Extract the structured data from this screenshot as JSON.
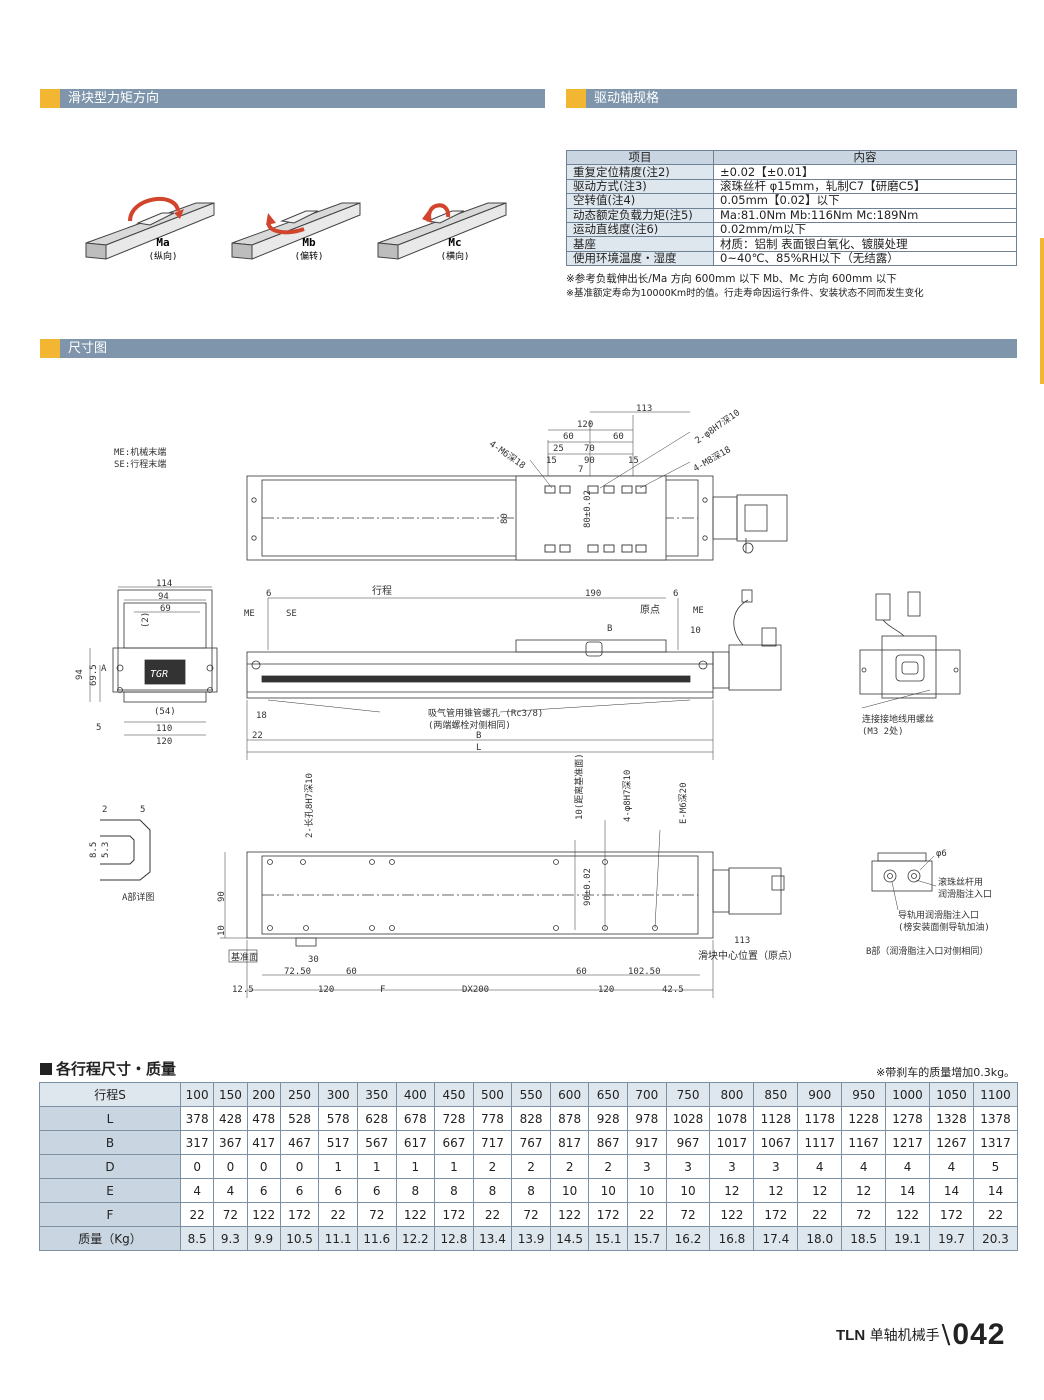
{
  "sections": {
    "moment": "滑块型力矩方向",
    "drive": "驱动轴规格",
    "dimension": "尺寸图",
    "stroke_table": "各行程尺寸・质量"
  },
  "moments": [
    {
      "name": "Ma",
      "desc": "(纵向)"
    },
    {
      "name": "Mb",
      "desc": "(偏转)"
    },
    {
      "name": "Mc",
      "desc": "(横向)"
    }
  ],
  "spec": {
    "header": [
      "项目",
      "内容"
    ],
    "rows": [
      [
        "重复定位精度(注2)",
        "±0.02【±0.01】"
      ],
      [
        "驱动方式(注3)",
        "滚珠丝杆 φ15mm，轧制C7【研磨C5】"
      ],
      [
        "空转值(注4)",
        "0.05mm【0.02】以下"
      ],
      [
        "动态额定负载力矩(注5)",
        "Ma:81.0Nm   Mb:116Nm   Mc:189Nm"
      ],
      [
        "运动直线度(注6)",
        "0.02mm/m以下"
      ],
      [
        "基座",
        "材质：铝制  表面银白氧化、镀膜处理"
      ],
      [
        "使用环境温度・湿度",
        "0~40℃、85%RH以下（无结露）"
      ]
    ],
    "notes": [
      "※参考负载伸出长/Ma 方向 600mm 以下    Mb、Mc 方向 600mm 以下",
      "※基准额定寿命为10000Km时的值。行走寿命因运行条件、安装状态不同而发生变化"
    ]
  },
  "drawing": {
    "legend_me": "ME:机械末端",
    "legend_se": "SE:行程末端",
    "dims_top": [
      "113",
      "120",
      "60",
      "60",
      "25",
      "70",
      "15",
      "90",
      "15",
      "7",
      "80",
      "80±0.02"
    ],
    "callouts_top": [
      "4-M6深18",
      "2-φ8H7深10",
      "4-M8深18"
    ],
    "side": [
      "114",
      "94",
      "69",
      "(2)",
      "94",
      "69.5",
      "A",
      "(54)",
      "110",
      "120",
      "5"
    ],
    "front": [
      "行程",
      "190",
      "6",
      "6",
      "ME",
      "SE",
      "原点",
      "ME",
      "B",
      "10",
      "22",
      "B",
      "L",
      "18"
    ],
    "pipe": "吸气管用锥管螺孔 (Rc3/8)",
    "pipe2": "(两端螺栓对侧相同)",
    "ground": "连接接地线用螺丝",
    "ground2": "(M3 2处)",
    "adetail": [
      "2",
      "5",
      "8.5",
      "5.3",
      "A部详图"
    ],
    "bottom": [
      "2-长孔8H7深10",
      "10(距离基准面)",
      "4-φ8H7深10",
      "E-M6深20",
      "90",
      "90±0.02",
      "10",
      "30",
      "72.50",
      "60",
      "60",
      "102.50",
      "113",
      "12.5",
      "120",
      "F",
      "DX200",
      "120",
      "42.5"
    ],
    "baseline": "基准面",
    "slider_center": "滑块中心位置（原点）",
    "bdetail": [
      "φ6",
      "滚珠丝杆用",
      "润滑脂注入口",
      "导轨用润滑脂注入口",
      "(榜安装面侧导轨加油)",
      "B部（润滑脂注入口对侧相同）"
    ]
  },
  "mass_note": "※带刹车的质量增加0.3kg。",
  "dims_table": {
    "headers": [
      "行程S",
      "L",
      "B",
      "D",
      "E",
      "F",
      "质量（Kg）"
    ],
    "stroke": [
      "100",
      "150",
      "200",
      "250",
      "300",
      "350",
      "400",
      "450",
      "500",
      "550",
      "600",
      "650",
      "700",
      "750",
      "800",
      "850",
      "900",
      "950",
      "1000",
      "1050",
      "1100"
    ],
    "L": [
      "378",
      "428",
      "478",
      "528",
      "578",
      "628",
      "678",
      "728",
      "778",
      "828",
      "878",
      "928",
      "978",
      "1028",
      "1078",
      "1128",
      "1178",
      "1228",
      "1278",
      "1328",
      "1378"
    ],
    "B": [
      "317",
      "367",
      "417",
      "467",
      "517",
      "567",
      "617",
      "667",
      "717",
      "767",
      "817",
      "867",
      "917",
      "967",
      "1017",
      "1067",
      "1117",
      "1167",
      "1217",
      "1267",
      "1317"
    ],
    "D": [
      "0",
      "0",
      "0",
      "0",
      "1",
      "1",
      "1",
      "1",
      "2",
      "2",
      "2",
      "2",
      "3",
      "3",
      "3",
      "3",
      "4",
      "4",
      "4",
      "4",
      "5"
    ],
    "E": [
      "4",
      "4",
      "6",
      "6",
      "6",
      "6",
      "8",
      "8",
      "8",
      "8",
      "10",
      "10",
      "10",
      "10",
      "12",
      "12",
      "12",
      "12",
      "14",
      "14",
      "14"
    ],
    "F": [
      "22",
      "72",
      "122",
      "172",
      "22",
      "72",
      "122",
      "172",
      "22",
      "72",
      "122",
      "172",
      "22",
      "72",
      "122",
      "172",
      "22",
      "72",
      "122",
      "172",
      "22"
    ],
    "mass": [
      "8.5",
      "9.3",
      "9.9",
      "10.5",
      "11.1",
      "11.6",
      "12.2",
      "12.8",
      "13.4",
      "13.9",
      "14.5",
      "15.1",
      "15.7",
      "16.2",
      "16.8",
      "17.4",
      "18.0",
      "18.5",
      "19.1",
      "19.7",
      "20.3"
    ]
  },
  "footer": {
    "brand": "TLN",
    "product": "单轴机械手",
    "page": "042"
  },
  "colors": {
    "bar": "#7e95ab",
    "accent": "#f2b632",
    "table_head": "#c9d6e2"
  }
}
